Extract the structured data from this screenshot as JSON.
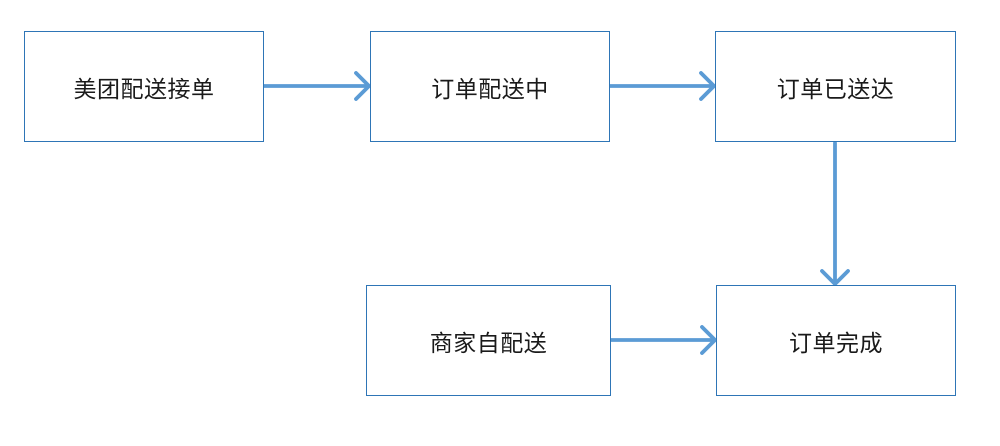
{
  "diagram": {
    "type": "flowchart",
    "border_color": "#2E75B6",
    "arrow_color": "#5B9BD5",
    "nodes": [
      {
        "label": "美团配送接单"
      },
      {
        "label": "订单配送中"
      },
      {
        "label": "订单已送达"
      },
      {
        "label": "商家自配送"
      },
      {
        "label": "订单完成"
      }
    ],
    "edges": [
      {
        "from": "美团配送接单",
        "to": "订单配送中"
      },
      {
        "from": "订单配送中",
        "to": "订单已送达"
      },
      {
        "from": "订单已送达",
        "to": "订单完成"
      },
      {
        "from": "商家自配送",
        "to": "订单完成"
      }
    ]
  }
}
